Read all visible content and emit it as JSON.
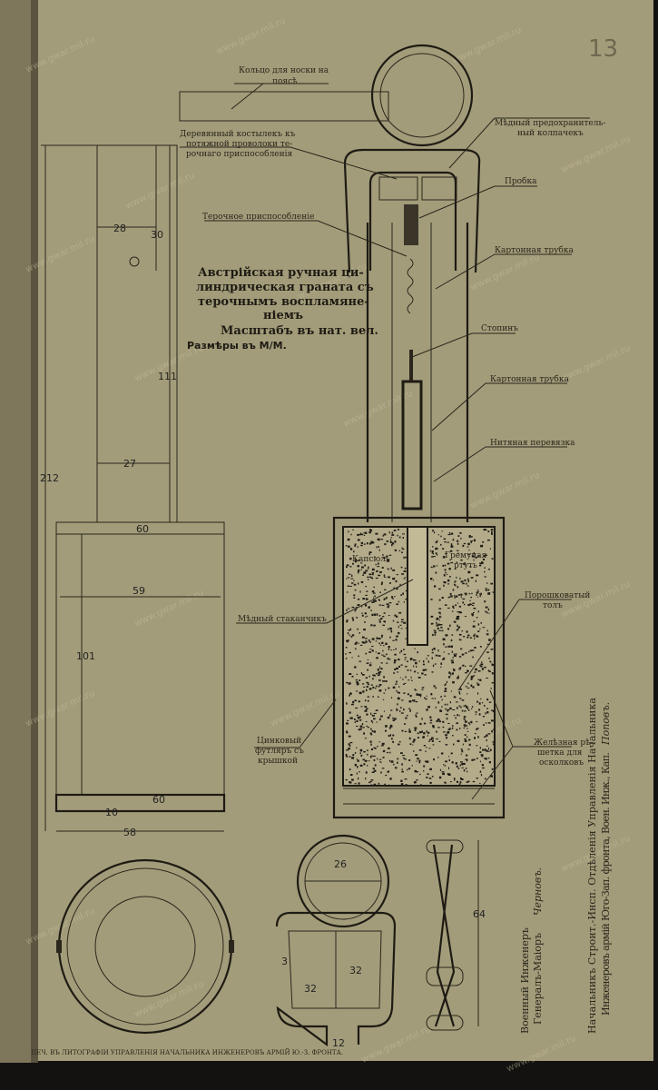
{
  "page_number": "13",
  "title": {
    "line1": "Австрійская ручная ци-",
    "line2": "линдрическая граната съ",
    "line3": "терочнымъ воспламяне-",
    "line4": "ніемъ",
    "scale": "Масштабъ въ нат. вел.",
    "units": "Размѣры въ М/М."
  },
  "labels": {
    "ring": [
      "Кольцо для носки на",
      "поясѣ"
    ],
    "peg": [
      "Деревянный костылекъ къ",
      "потяжной проволоки те-",
      "рочнаго приспособленія"
    ],
    "cap": [
      "Мѣдный предохранитель-",
      "ный колпачекъ"
    ],
    "plug": "Пробка",
    "friction": "Терочное приспособленіе",
    "tube1": "Картонная трубка",
    "fuse": "Стопинъ",
    "tube2": "Картонная трубка",
    "thread": "Нитяная перевязка",
    "capsule": "Капсюль",
    "mercury": [
      "Гремучая",
      "ртуть"
    ],
    "copper_cup": "Мѣдный стаканчикъ",
    "tol": [
      "Порошковатый",
      "толъ"
    ],
    "zinc": [
      "Цинковый",
      "футляръ съ",
      "крышкой"
    ],
    "grid": [
      "Желѣзная рѣ-",
      "шетка для",
      "осколковъ"
    ]
  },
  "dimensions": {
    "total": "212",
    "tube_w": "28",
    "top": "30",
    "tube_h": "111",
    "tube_w2": "27",
    "body_top": "60",
    "body_inner": "59",
    "body_h": "101",
    "body_bot": "60",
    "base": "10",
    "body_w": "58",
    "ring_d": "26",
    "handle_w": "32",
    "handle_t": "3",
    "handle_h": "32",
    "handle_gap": "12",
    "clip_h": "64"
  },
  "signatures": {
    "left": [
      "Военный Инженеръ",
      "Генералъ-Маіоръ",
      "Черновъ."
    ],
    "right": [
      "Начальникъ Строит.-Инсп. Отдѣленія Управленія Начальника",
      "Инженеровъ армій Юго-Зап. фронта, Воен. Инж., Кап.",
      "Поповъ."
    ]
  },
  "footer": "ПЕЧ. ВЪ ЛИТОГРАФІИ УПРАВЛЕНІЯ НАЧАЛЬНИКА ИНЖЕНЕРОВЪ АРМІЙ Ю.-З. ФРОНТА.",
  "watermark": "www.gwar.mil.ru",
  "colors": {
    "paper": "#a39c7a",
    "ink": "#1e1b14",
    "border": "#141210"
  }
}
